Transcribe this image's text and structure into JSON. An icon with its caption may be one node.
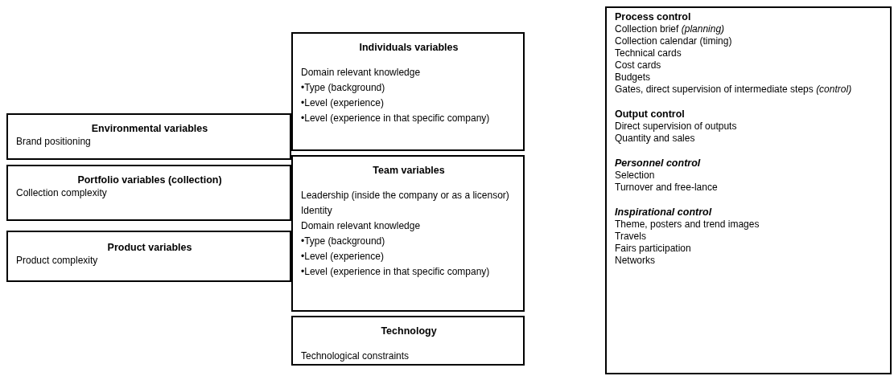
{
  "diagram": {
    "nodes": [
      {
        "text": [
          "Environmental variables",
          "Brand positioning"
        ]
      },
      {
        "text": [
          "Portfolio variables (collection)",
          "Collection complexity"
        ]
      },
      {
        "text": [
          "Product variables",
          "Product complexity"
        ]
      },
      {
        "text": [
          "Individuals variables",
          "Domain relevant knowledge",
          "•Type (background)",
          "•Level (experience)",
          "•Level (experience in that specific company)"
        ]
      },
      {
        "text": [
          "Team variables",
          "Leadership (inside the company or as a licensor)",
          "Identity",
          "Domain relevant knowledge",
          "•Type (background)",
          "•Level (experience)",
          "•Level (experience in that specific company)"
        ]
      },
      {
        "text": [
          "Technology",
          "Technological constraints"
        ]
      },
      {
        "text": [
          "Process control",
          "Collection brief *(planning)*",
          "Collection calendar (timing)",
          "Technical cards",
          "Cost cards",
          "Budgets",
          "Gates, direct supervision of intermediate steps *(control)*",
          "Output control",
          "Direct supervision of outputs",
          "Quantity and sales",
          "Personnel control",
          "Selection",
          "Turnover and free-lance",
          "Inspirational control",
          "Theme, posters and trend images",
          "Travels",
          "Fairs participation",
          "Networks"
        ]
      }
    ]
  }
}
